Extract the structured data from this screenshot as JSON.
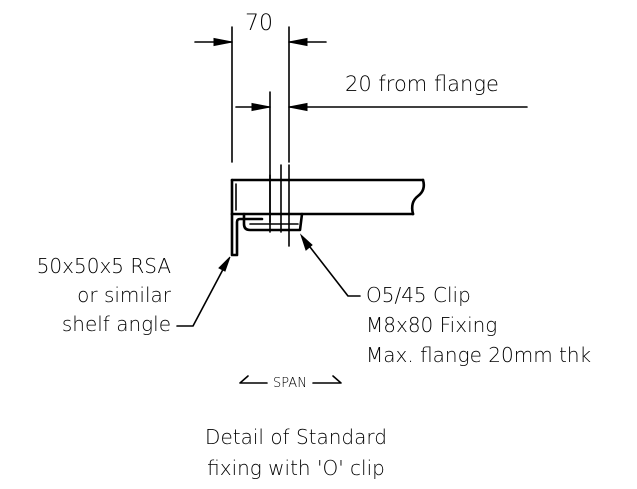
{
  "dimension": {
    "value": "70",
    "offset_note": "20 from flange"
  },
  "rsa_label": {
    "line1": "50x50x5 RSA",
    "line2": "or similar",
    "line3": "shelf angle"
  },
  "clip_label": {
    "line1": "O5/45 Clip",
    "line2": "M8x80 Fixing",
    "line3": "Max. flange 20mm thk"
  },
  "span_label": "SPAN",
  "caption": {
    "line1": "Detail of Standard",
    "line2": "fixing with 'O' clip"
  }
}
